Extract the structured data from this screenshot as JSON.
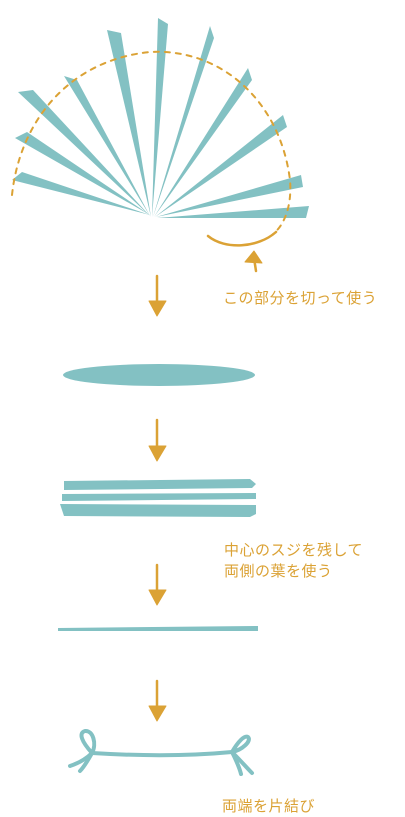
{
  "colors": {
    "leaf": "#83c1c3",
    "accent": "#dba235",
    "background": "#ffffff"
  },
  "captions": {
    "cut_part": "この部分を切って使う",
    "keep_sides": [
      "中心のスジを残して",
      "両側の葉を使う"
    ],
    "tie_ends": "両端を片結び"
  },
  "icons": [
    "palm-leaf-illustration",
    "arrow-down-icon",
    "arrow-up-icon",
    "bow-icon"
  ]
}
